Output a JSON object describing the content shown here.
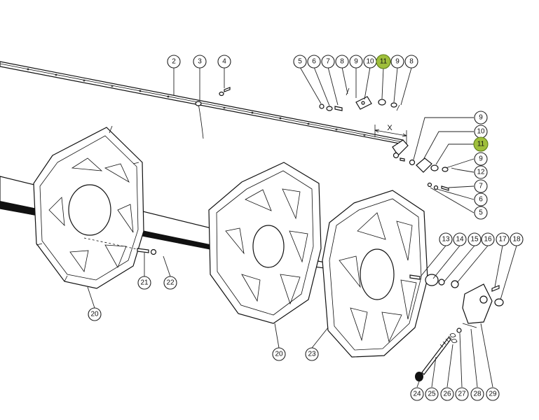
{
  "diagram": {
    "highlight_color": "#9fbf3b",
    "dimension_label": "X",
    "callouts": [
      {
        "id": "c2",
        "label": "2"
      },
      {
        "id": "c3",
        "label": "3"
      },
      {
        "id": "c4",
        "label": "4"
      },
      {
        "id": "c5a",
        "label": "5"
      },
      {
        "id": "c6a",
        "label": "6"
      },
      {
        "id": "c7a",
        "label": "7"
      },
      {
        "id": "c8a",
        "label": "8"
      },
      {
        "id": "c9a",
        "label": "9"
      },
      {
        "id": "c10a",
        "label": "10"
      },
      {
        "id": "c11a",
        "label": "11",
        "highlighted": true
      },
      {
        "id": "c9b",
        "label": "9"
      },
      {
        "id": "c8b",
        "label": "8"
      },
      {
        "id": "c9c",
        "label": "9"
      },
      {
        "id": "c10b",
        "label": "10"
      },
      {
        "id": "c11b",
        "label": "11",
        "highlighted": true
      },
      {
        "id": "c9d",
        "label": "9"
      },
      {
        "id": "c12",
        "label": "12"
      },
      {
        "id": "c7b",
        "label": "7"
      },
      {
        "id": "c6b",
        "label": "6"
      },
      {
        "id": "c5b",
        "label": "5"
      },
      {
        "id": "c13",
        "label": "13"
      },
      {
        "id": "c14",
        "label": "14"
      },
      {
        "id": "c15",
        "label": "15"
      },
      {
        "id": "c16",
        "label": "16"
      },
      {
        "id": "c17",
        "label": "17"
      },
      {
        "id": "c18",
        "label": "18"
      },
      {
        "id": "c21",
        "label": "21"
      },
      {
        "id": "c22",
        "label": "22"
      },
      {
        "id": "c20a",
        "label": "20"
      },
      {
        "id": "c20b",
        "label": "20"
      },
      {
        "id": "c23",
        "label": "23"
      },
      {
        "id": "c24",
        "label": "24"
      },
      {
        "id": "c25",
        "label": "25"
      },
      {
        "id": "c26",
        "label": "26"
      },
      {
        "id": "c27",
        "label": "27"
      },
      {
        "id": "c28",
        "label": "28"
      },
      {
        "id": "c29",
        "label": "29"
      }
    ]
  }
}
